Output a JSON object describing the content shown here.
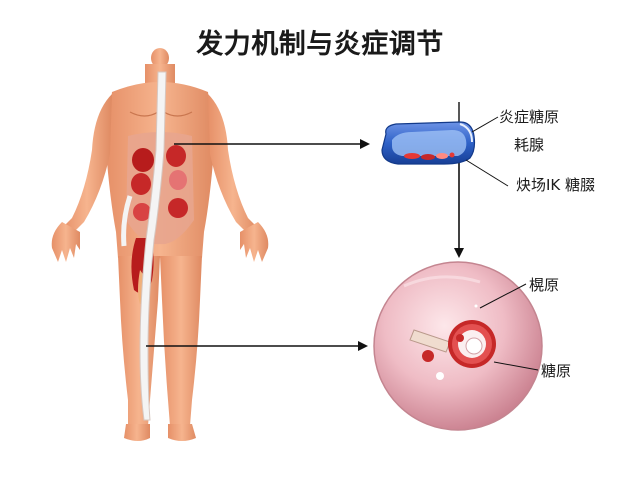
{
  "title": "发力机制与炎症调节",
  "labels": {
    "top_1": "炎症糖原",
    "top_2": "耗腺",
    "top_3": "炔场IK 糖腏",
    "cell_1": "榥原",
    "cell_2": "糖原"
  },
  "colors": {
    "skin": "#f0a77f",
    "organ_red": "#c62828",
    "capsule_blue": "#2f62c8",
    "cell_pink": "#eab7c0",
    "arrow": "#111111"
  },
  "icons": [
    "human-body-illustration",
    "capsule-cell-illustration",
    "round-cell-illustration"
  ]
}
